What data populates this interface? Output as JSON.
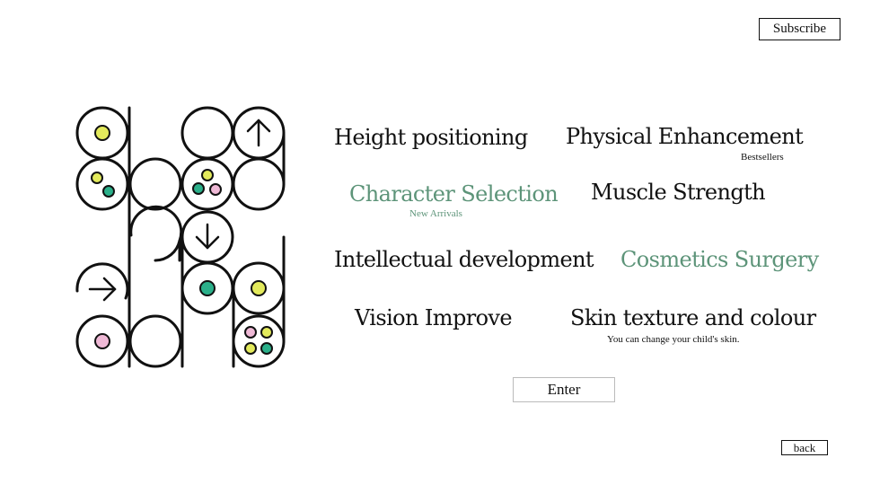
{
  "header": {
    "subscribe_label": "Subscribe"
  },
  "menu": [
    {
      "label": "Height positioning"
    },
    {
      "label": "Physical Enhancement",
      "note": "Bestsellers"
    },
    {
      "label": "Character Selection",
      "note": "New Arrivals",
      "highlight": "#5d9479"
    },
    {
      "label": "Muscle Strength"
    },
    {
      "label": "Intellectual development"
    },
    {
      "label": "Cosmetics Surgery",
      "highlight": "#5d9479"
    },
    {
      "label": "Vision Improve"
    },
    {
      "label": "Skin texture and colour",
      "note": "You can change your child's skin."
    }
  ],
  "actions": {
    "enter_label": "Enter",
    "back_label": "back"
  },
  "colors": {
    "accent_green": "#5d9479",
    "dot_yellow": "#e3ea5c",
    "dot_teal": "#2bb08a",
    "dot_pink": "#efb9d6",
    "stroke": "#111111"
  },
  "logo_icons": [
    "up-arrow-icon",
    "down-arrow-icon",
    "right-arrow-icon"
  ]
}
